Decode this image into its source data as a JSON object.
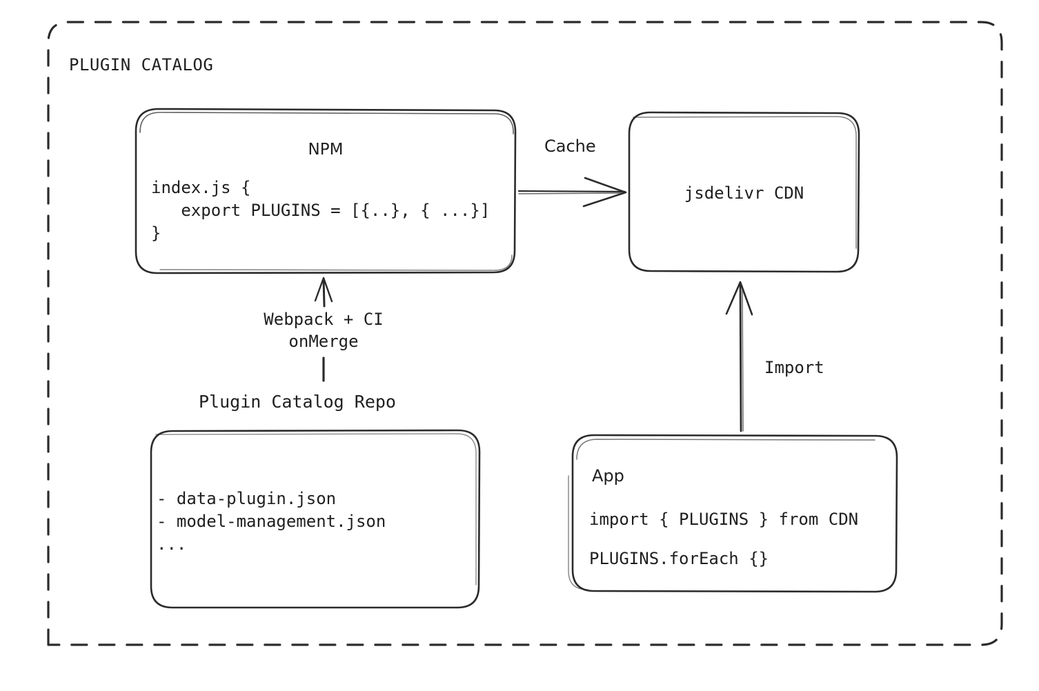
{
  "frame": {
    "label": "PLUGIN CATALOG",
    "style": "dashed-rounded-rect",
    "stroke": "#2b2b2b"
  },
  "nodes": {
    "npm": {
      "title": "NPM",
      "code_lines": [
        "index.js {",
        "   export PLUGINS = [{..}, { ...}]",
        "}"
      ]
    },
    "cdn": {
      "title": "jsdelivr CDN"
    },
    "repo": {
      "caption": "Plugin Catalog Repo",
      "lines": [
        "- data-plugin.json",
        "- model-management.json",
        "..."
      ]
    },
    "app": {
      "title": "App",
      "code_lines": [
        "import { PLUGINS } from CDN",
        "PLUGINS.forEach {}"
      ]
    }
  },
  "edges": {
    "npm_to_cdn": {
      "label": "Cache"
    },
    "repo_to_npm": {
      "label_line1": "Webpack + CI",
      "label_line2": "onMerge"
    },
    "app_to_cdn": {
      "label": "Import"
    }
  },
  "colors": {
    "stroke": "#2b2b2b",
    "text": "#1f1f1f",
    "background": "#ffffff"
  }
}
